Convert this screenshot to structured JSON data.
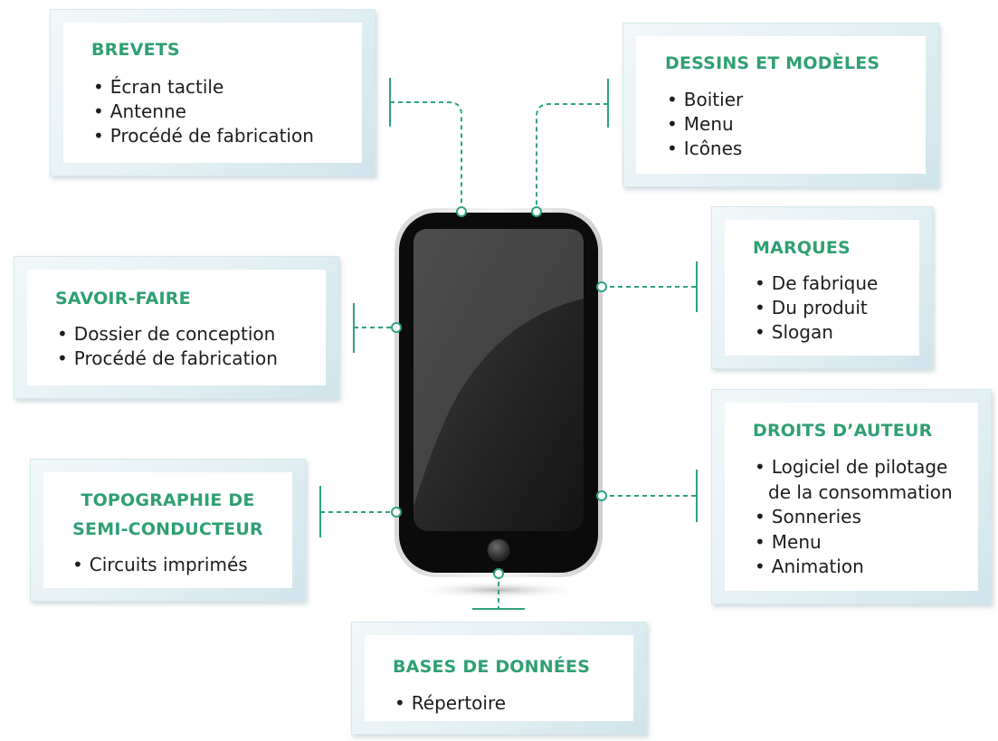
{
  "boxes": {
    "brevets": {
      "title": "BREVETS",
      "items": [
        "Écran tactile",
        "Antenne",
        "Procédé de fabrication"
      ]
    },
    "dessins": {
      "title": "DESSINS ET MODÈLES",
      "items": [
        "Boitier",
        "Menu",
        "Icônes"
      ]
    },
    "savoir": {
      "title": "SAVOIR-FAIRE",
      "items": [
        "Dossier de conception",
        "Procédé de fabrication"
      ]
    },
    "marques": {
      "title": "MARQUES",
      "items": [
        "De fabrique",
        "Du produit",
        "Slogan"
      ]
    },
    "topo": {
      "title_line1": "TOPOGRAPHIE DE",
      "title_line2": "SEMI-CONDUCTEUR",
      "items": [
        "Circuits imprimés"
      ]
    },
    "droits": {
      "title": "DROITS D’AUTEUR",
      "items": [
        "Logiciel de pilotage",
        "de la consommation",
        "Sonneries",
        "Menu",
        "Animation"
      ]
    },
    "bases": {
      "title": "BASES DE DONNÉES",
      "items": [
        "Répertoire"
      ]
    }
  },
  "colors": {
    "accent": "#2f9f74",
    "connector": "#2fa47a",
    "phone_body": "#0b0b0b",
    "box_frame": "#e3f0f3"
  },
  "icons": {
    "device": "smartphone-icon",
    "home_button": "home-button-icon"
  }
}
